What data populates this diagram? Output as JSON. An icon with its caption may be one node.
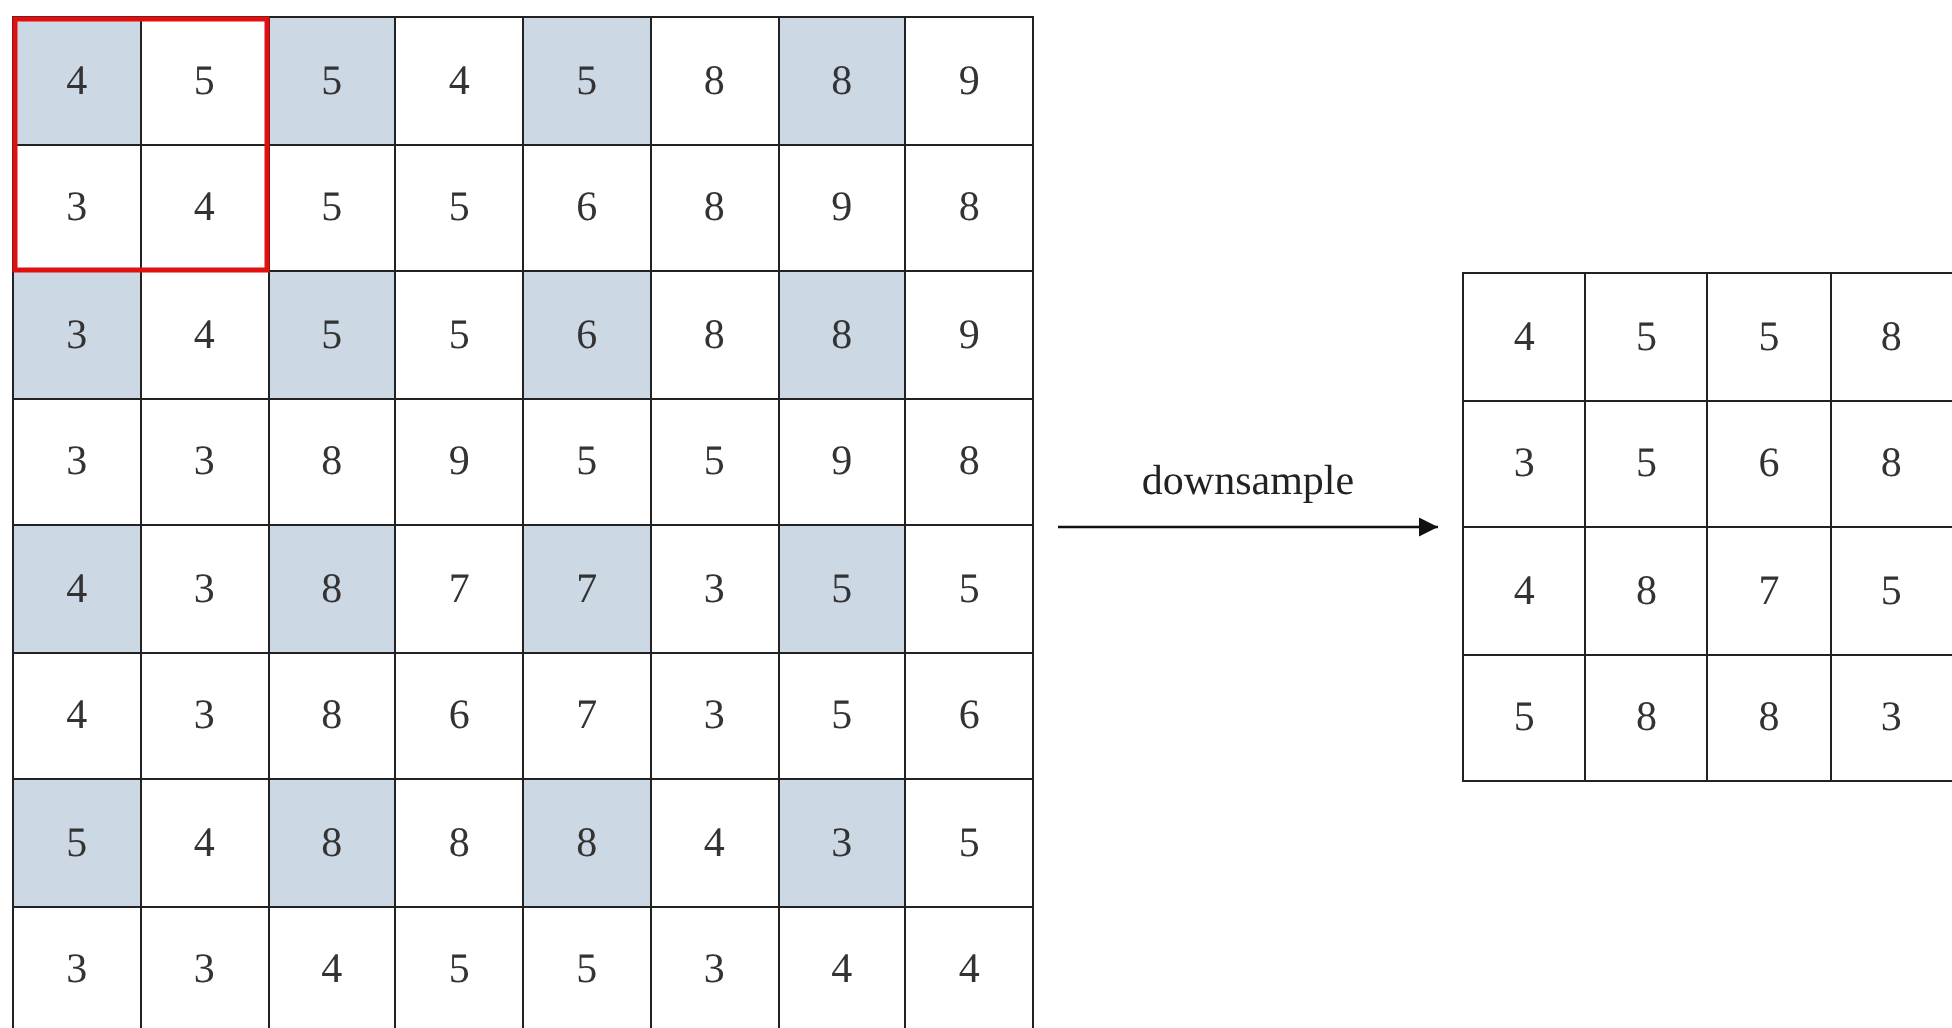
{
  "diagram": {
    "nodes": [
      {
        "text": [],
        "shape": "box"
      },
      {
        "text": [],
        "shape": "box"
      }
    ],
    "edges": [
      {
        "from": 0,
        "to": 1,
        "arrow": "to",
        "label": "downsample"
      }
    ],
    "labels": [
      "4",
      "5",
      "5",
      "4",
      "5",
      "8",
      "8",
      "9",
      "3",
      "4",
      "5",
      "5",
      "6",
      "8",
      "9",
      "8",
      "3",
      "4",
      "5",
      "5",
      "6",
      "8",
      "8",
      "9",
      "3",
      "3",
      "8",
      "9",
      "5",
      "5",
      "9",
      "8",
      "4",
      "3",
      "8",
      "7",
      "7",
      "3",
      "5",
      "5",
      "4",
      "3",
      "8",
      "6",
      "7",
      "3",
      "5",
      "6",
      "5",
      "4",
      "8",
      "8",
      "8",
      "4",
      "3",
      "5",
      "3",
      "3",
      "4",
      "5",
      "5",
      "3",
      "4",
      "4",
      "4",
      "5",
      "5",
      "8",
      "3",
      "5",
      "6",
      "8",
      "4",
      "8",
      "7",
      "5",
      "5",
      "8",
      "8",
      "3"
    ]
  }
}
